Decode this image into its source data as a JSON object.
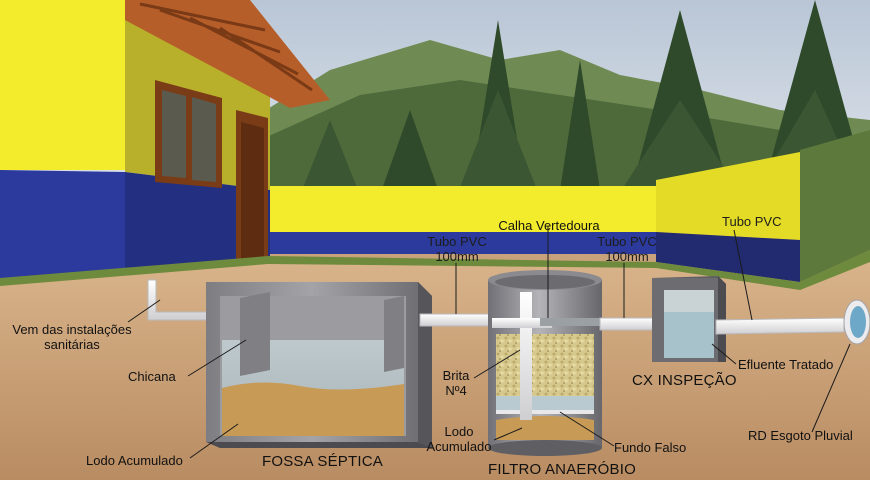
{
  "labels": {
    "calha_vertedoura": "Calha Vertedoura",
    "tubo_pvc_1_line1": "Tubo PVC",
    "tubo_pvc_1_line2": "100mm",
    "tubo_pvc_2_line1": "Tubo PVC",
    "tubo_pvc_2_line2": "100mm",
    "tubo_pvc_3": "Tubo PVC",
    "vem_line1": "Vem das instalações",
    "vem_line2": "sanitárias",
    "chicana": "Chicana",
    "lodo_fossa": "Lodo Acumulado",
    "fossa_septica": "FOSSA SÉPTICA",
    "brita_line1": "Brita",
    "brita_line2": "Nº4",
    "lodo_filtro_line1": "Lodo",
    "lodo_filtro_line2": "Acumulado",
    "filtro_anaerobio": "FILTRO ANAERÓBIO",
    "fundo_falso": "Fundo Falso",
    "cx_inspecao": "CX INSPEÇÃO",
    "efluente_tratado": "Efluente Tratado",
    "rd_esgoto_pluvial": "RD Esgoto Pluvial"
  },
  "colors": {
    "sky": "#c9d3df",
    "wall_yellow": "#f2ec2c",
    "wall_blue": "#2b3a9c",
    "house_yellow": "#e6d92a",
    "roof_wood": "#b65e2a",
    "soil": "#c8a27a",
    "grass": "#6e8a3c",
    "concrete": "#8f8f93",
    "pipe": "#f4f4f4",
    "water": "#b9cbd0",
    "sludge": "#c79a55",
    "gravel": "#d8c98e"
  }
}
